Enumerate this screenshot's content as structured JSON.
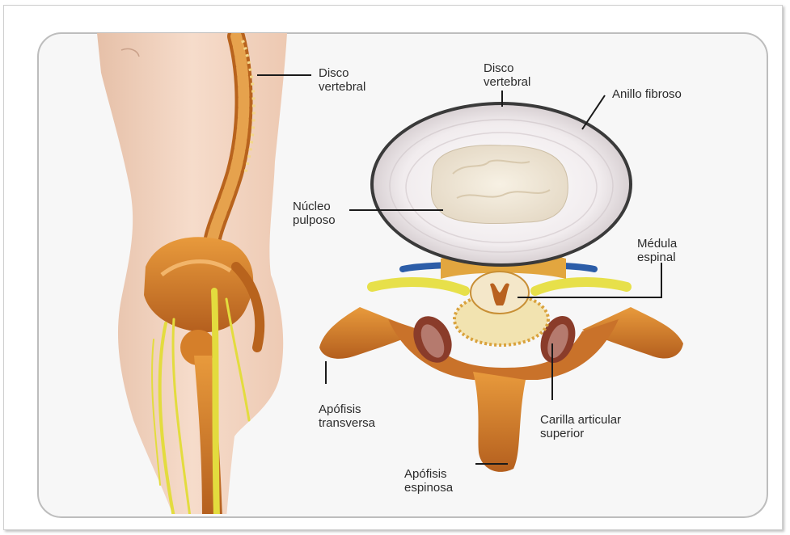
{
  "labels": {
    "disco_vertebral_side": "Disco\nvertebral",
    "disco_vertebral_top": "Disco\nvertebral",
    "anillo_fibroso": "Anillo fibroso",
    "nucleo_pulposo": "Núcleo\npulposo",
    "medula_espinal": "Médula\nespinal",
    "apofisis_transversa": "Apófisis\ntransversa",
    "carilla_articular_superior": "Carilla articular\nsuperior",
    "apofisis_espinosa": "Apófisis\nespinosa"
  },
  "colors": {
    "bone": "#d9892f",
    "bone_dark": "#a8561b",
    "skin": "#f1d2bd",
    "disc": "#f3eef0",
    "nerve": "#e7e04a",
    "vessel": "#2c5da8"
  }
}
